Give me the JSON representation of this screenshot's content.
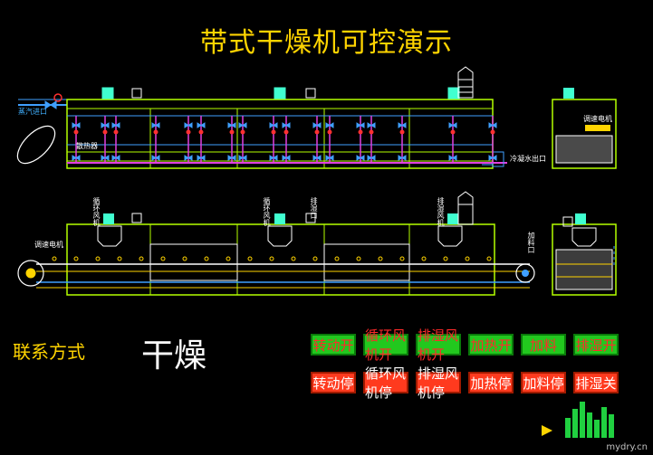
{
  "title": "带式干燥机可控演示",
  "diagram": {
    "top_labels": {
      "steam_inlet": "蒸汽进口",
      "heat_exchanger": "散热器",
      "condensate_outlet": "冷凝水出口",
      "speed_motor": "调速电机"
    },
    "bottom_labels": {
      "speed_motor": "调速电机",
      "circulating_fan_1": "循环风机",
      "circulating_fan_2": "循环风机",
      "dehumidify_port": "排湿口",
      "dehumidify_fan": "排湿风机",
      "feed_port": "加料口"
    }
  },
  "contact": {
    "label": "联系方式",
    "value": "干燥"
  },
  "buttons": {
    "start_row": [
      "转动开",
      "循环风机开",
      "排湿风机开",
      "加热开",
      "加料",
      "排湿开"
    ],
    "stop_row": [
      "转动停",
      "循环风机停",
      "排湿风机停",
      "加热停",
      "加料停",
      "排湿关"
    ]
  },
  "colors": {
    "start": "#22c81e",
    "stop": "#ff3a1e",
    "frame": "#b4ff00",
    "pipe": "#e040e0",
    "title": "#ffd400"
  },
  "watermark": "mydry.cn"
}
